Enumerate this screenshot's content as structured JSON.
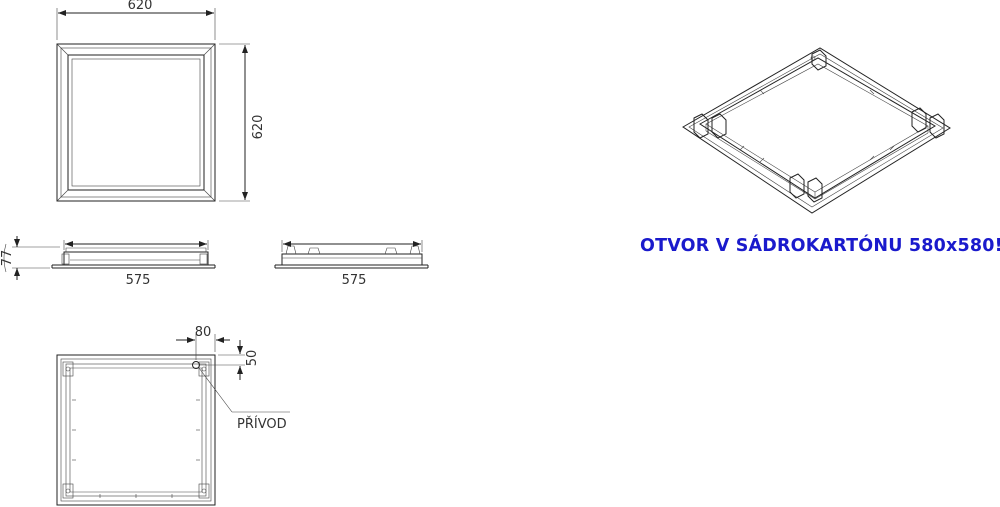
{
  "drawing": {
    "top_view": {
      "width_label": "620",
      "height_label": "620"
    },
    "side_view_a": {
      "height_label": "77",
      "width_label": "575"
    },
    "side_view_b": {
      "width_label": "575"
    },
    "bottom_view": {
      "offset_x_label": "80",
      "offset_y_label": "50",
      "feed_label": "PŘÍVOD"
    },
    "note": "OTVOR V SÁDROKARTÓNU 580x580!"
  },
  "colors": {
    "note": "#1a1acc",
    "lines": "#222222"
  }
}
